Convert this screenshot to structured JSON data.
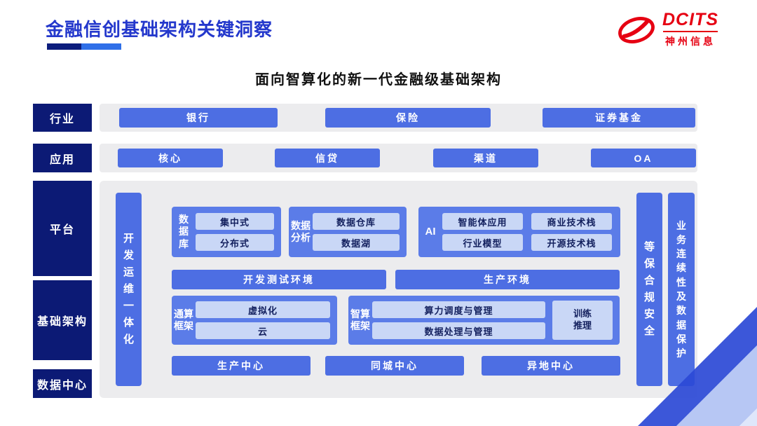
{
  "page": {
    "title": "金融信创基础架构关键洞察",
    "subtitle": "面向智算化的新一代金融级基础架构"
  },
  "logo": {
    "brand": "DCITS",
    "company": "神州信息"
  },
  "left_labels": {
    "industry": "行业",
    "application": "应用",
    "platform": "平台",
    "infrastructure": "基础架构",
    "datacenter": "数据中心"
  },
  "industry_items": [
    "银行",
    "保险",
    "证券基金"
  ],
  "application_items": [
    "核心",
    "信贷",
    "渠道",
    "OA"
  ],
  "platform_area": {
    "devops": "开发运维一体化",
    "database": {
      "label": "数据库",
      "items": [
        "集中式",
        "分布式"
      ]
    },
    "analytics": {
      "label": "数据分析",
      "items": [
        "数据仓库",
        "数据湖"
      ]
    },
    "ai": {
      "label": "AI",
      "items": [
        "智能体应用",
        "商业技术栈",
        "行业模型",
        "开源技术栈"
      ]
    },
    "environments": [
      "开发测试环境",
      "生产环境"
    ],
    "general_compute": {
      "label": "通算框架",
      "items": [
        "虚拟化",
        "云"
      ]
    },
    "intelligent_compute": {
      "label": "智算框架",
      "items": [
        "算力调度与管理",
        "数据处理与管理"
      ],
      "side_item": "训练推理"
    },
    "security_bar": "等保合规安全",
    "continuity_bar": "业务连续性及数据保护"
  },
  "datacenter_items": [
    "生产中心",
    "同城中心",
    "异地中心"
  ],
  "colors": {
    "navy_label": "#0c1a75",
    "button_blue": "#4d6ee3",
    "panel_blue": "#5b7ce8",
    "chip_light": "#c9d7f6",
    "chip_text": "#13205e",
    "title_blue": "#2438cc",
    "logo_red": "#e60012",
    "container_gray": "#ececee",
    "decor_dark": "#2b49d6",
    "decor_light": "#aabdf2"
  }
}
